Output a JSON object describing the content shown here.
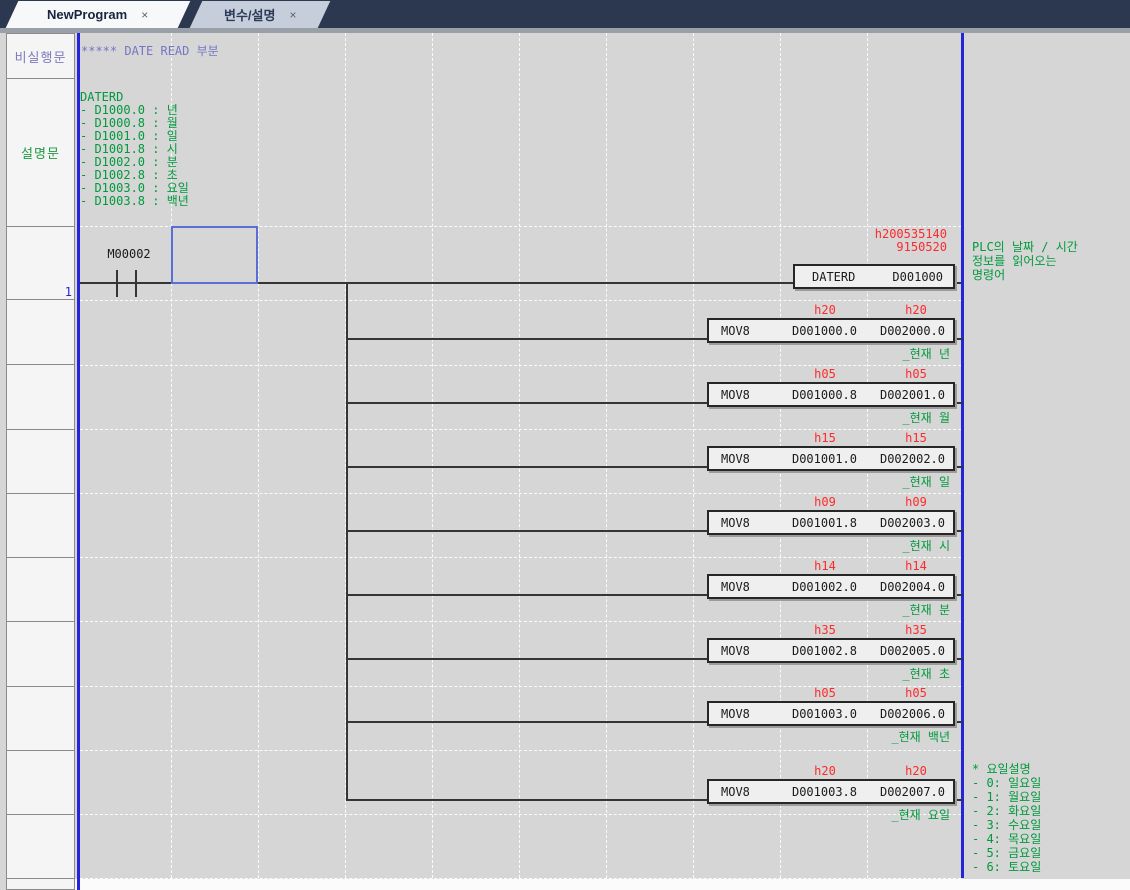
{
  "tabs": {
    "items": [
      {
        "label": "NewProgram",
        "close_glyph": "×"
      },
      {
        "label": "변수/설명",
        "close_glyph": "×"
      }
    ]
  },
  "margin_column": {
    "nonexec_label": "비실행문",
    "comment_label": "설명문",
    "rung_number": "1"
  },
  "comments": {
    "section_header": "***** DATE READ 부분",
    "daterd_description": {
      "l0": "DATERD",
      "l1": "- D1000.0 : 년",
      "l2": "- D1000.8 : 월",
      "l3": "- D1001.0 : 일",
      "l4": "- D1001.8 : 시",
      "l5": "- D1002.0 : 분",
      "l6": "- D1002.8 : 초",
      "l7": "- D1003.0 : 요일",
      "l8": "- D1003.8 : 백년"
    },
    "daterd_side_note": {
      "l0": "PLC의 날짜 / 시간",
      "l1": "정보를 읽어오는",
      "l2": "명령어"
    },
    "weekday_note": {
      "l0": "* 요일설명",
      "l1": "- 0: 일요일",
      "l2": "- 1: 월요일",
      "l3": "- 2: 화요일",
      "l4": "- 3: 수요일",
      "l5": "- 4: 목요일",
      "l6": "- 5: 금요일",
      "l7": "- 6: 토요일"
    }
  },
  "ladder": {
    "contact": {
      "label": "M00002"
    },
    "daterd_call": {
      "opcode": "DATERD",
      "operand": "D001000",
      "monitor_line1": "h200535140",
      "monitor_line2": "9150520"
    },
    "mov_rows": [
      {
        "opcode": "MOV8",
        "src": "D001000.0",
        "dst": "D002000.0",
        "src_val": "h20",
        "dst_val": "h20",
        "label": "_현재 년"
      },
      {
        "opcode": "MOV8",
        "src": "D001000.8",
        "dst": "D002001.0",
        "src_val": "h05",
        "dst_val": "h05",
        "label": "_현재 월"
      },
      {
        "opcode": "MOV8",
        "src": "D001001.0",
        "dst": "D002002.0",
        "src_val": "h15",
        "dst_val": "h15",
        "label": "_현재 일"
      },
      {
        "opcode": "MOV8",
        "src": "D001001.8",
        "dst": "D002003.0",
        "src_val": "h09",
        "dst_val": "h09",
        "label": "_현재 시"
      },
      {
        "opcode": "MOV8",
        "src": "D001002.0",
        "dst": "D002004.0",
        "src_val": "h14",
        "dst_val": "h14",
        "label": "_현재 분"
      },
      {
        "opcode": "MOV8",
        "src": "D001002.8",
        "dst": "D002005.0",
        "src_val": "h35",
        "dst_val": "h35",
        "label": "_현재 초"
      },
      {
        "opcode": "MOV8",
        "src": "D001003.0",
        "dst": "D002006.0",
        "src_val": "h05",
        "dst_val": "h05",
        "label": "_현재 백년"
      },
      {
        "opcode": "MOV8",
        "src": "D001003.8",
        "dst": "D002007.0",
        "src_val": "h20",
        "dst_val": "h20",
        "label": "_현재 요일"
      }
    ]
  },
  "colors": {
    "comment_green": "#009a3c",
    "comment_purple": "#7575c5",
    "monitor_red": "#ff2a2a",
    "rail_blue": "#2424dd",
    "cursor_blue": "#5a6ed8",
    "tabbar_navy": "#2c3850"
  }
}
